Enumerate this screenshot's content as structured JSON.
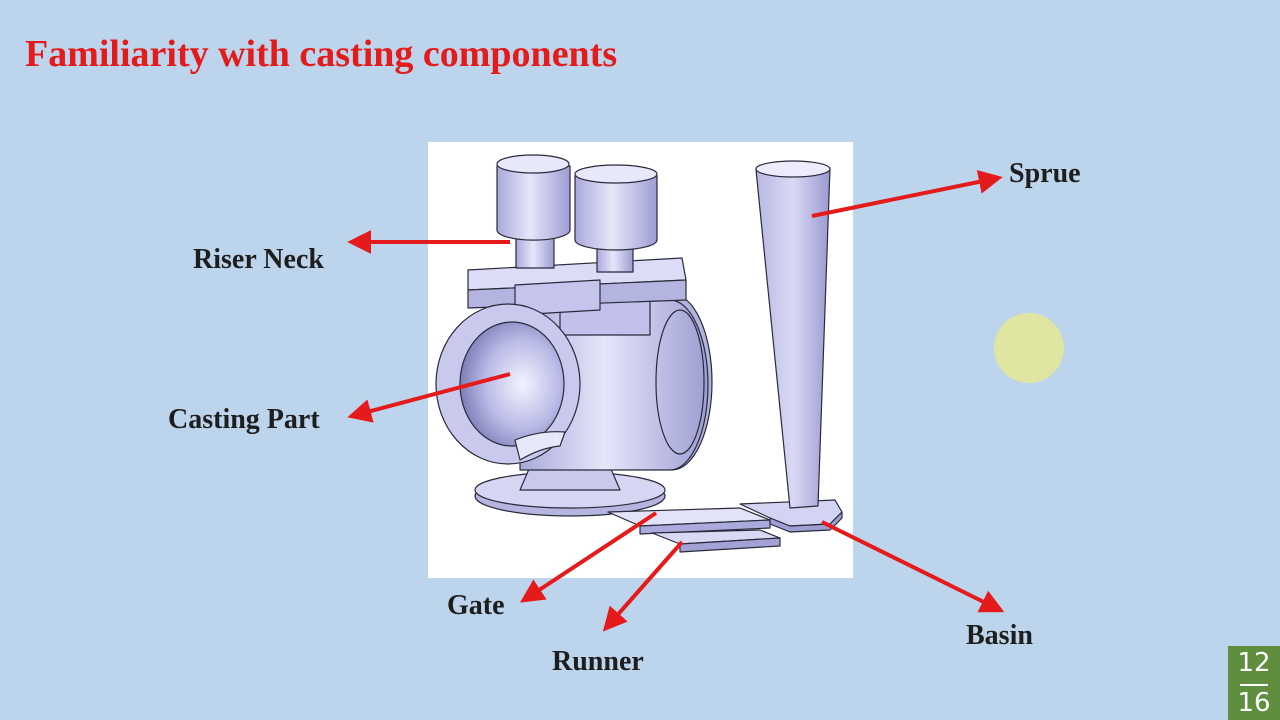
{
  "slide": {
    "title": "Familiarity with casting components",
    "labels": {
      "riser_neck": "Riser Neck",
      "casting_part": "Casting Part",
      "gate": "Gate",
      "runner": "Runner",
      "basin": "Basin",
      "sprue": "Sprue"
    },
    "page": {
      "current": "12",
      "total": "16"
    }
  },
  "colors": {
    "background": "#bcd4ec",
    "title": "#e31b1b",
    "arrow": "#e51a1a",
    "part_fill": "#c7c7ec",
    "part_stroke": "#2a2a3a",
    "page_badge": "#5f8f3e"
  }
}
